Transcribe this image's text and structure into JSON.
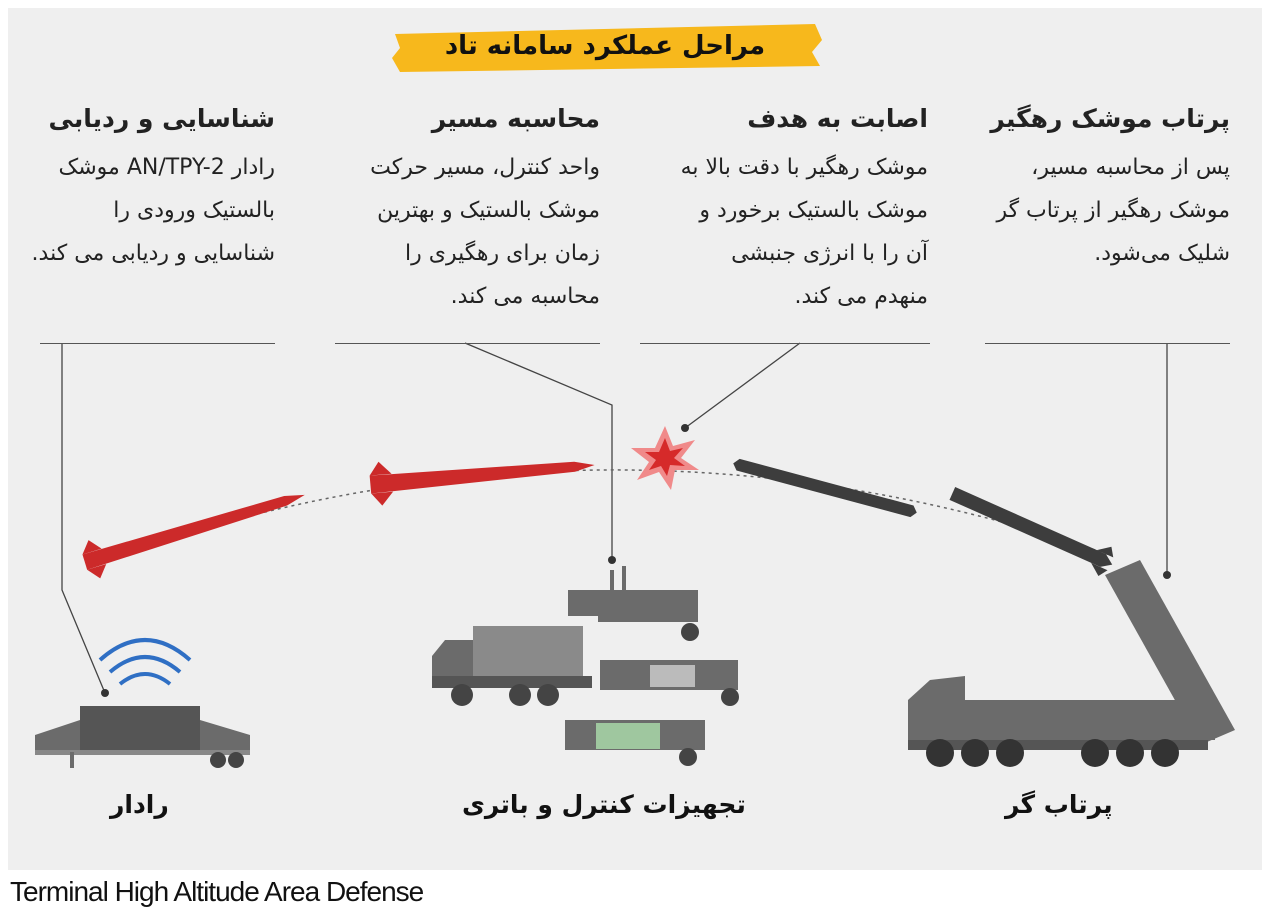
{
  "title": "مراحل عملکرد سامانه تاد",
  "steps": [
    {
      "heading": "پرتاب موشک رهگیر",
      "body": "پس از محاسبه مسیر، موشک رهگیر از پرتاب گر شلیک می‌شود."
    },
    {
      "heading": "اصابت به هدف",
      "body": "موشک رهگیر با دقت بالا به موشک بالستیک برخورد و آن را با انرژی جنبشی منهدم می کند."
    },
    {
      "heading": "محاسبه مسیر",
      "body": "واحد کنترل، مسیر حرکت موشک بالستیک و بهترین زمان برای رهگیری را محاسبه می کند."
    },
    {
      "heading": "شناسایی و ردیابی",
      "body": "رادار AN/TPY-2 موشک بالستیک ورودی را شناسایی و ردیابی می کند."
    }
  ],
  "labels": {
    "launcher": "پرتاب گر",
    "control": "تجهیزات کنترل و باتری",
    "radar": "رادار"
  },
  "caption": "Terminal High Altitude Area Defense",
  "colors": {
    "title_highlight": "#f7b81c",
    "enemy_missile": "#cc2a2a",
    "interceptor": "#3d3d3d",
    "radar_waves": "#2f6fc4",
    "vehicle": "#6b6b6b"
  }
}
